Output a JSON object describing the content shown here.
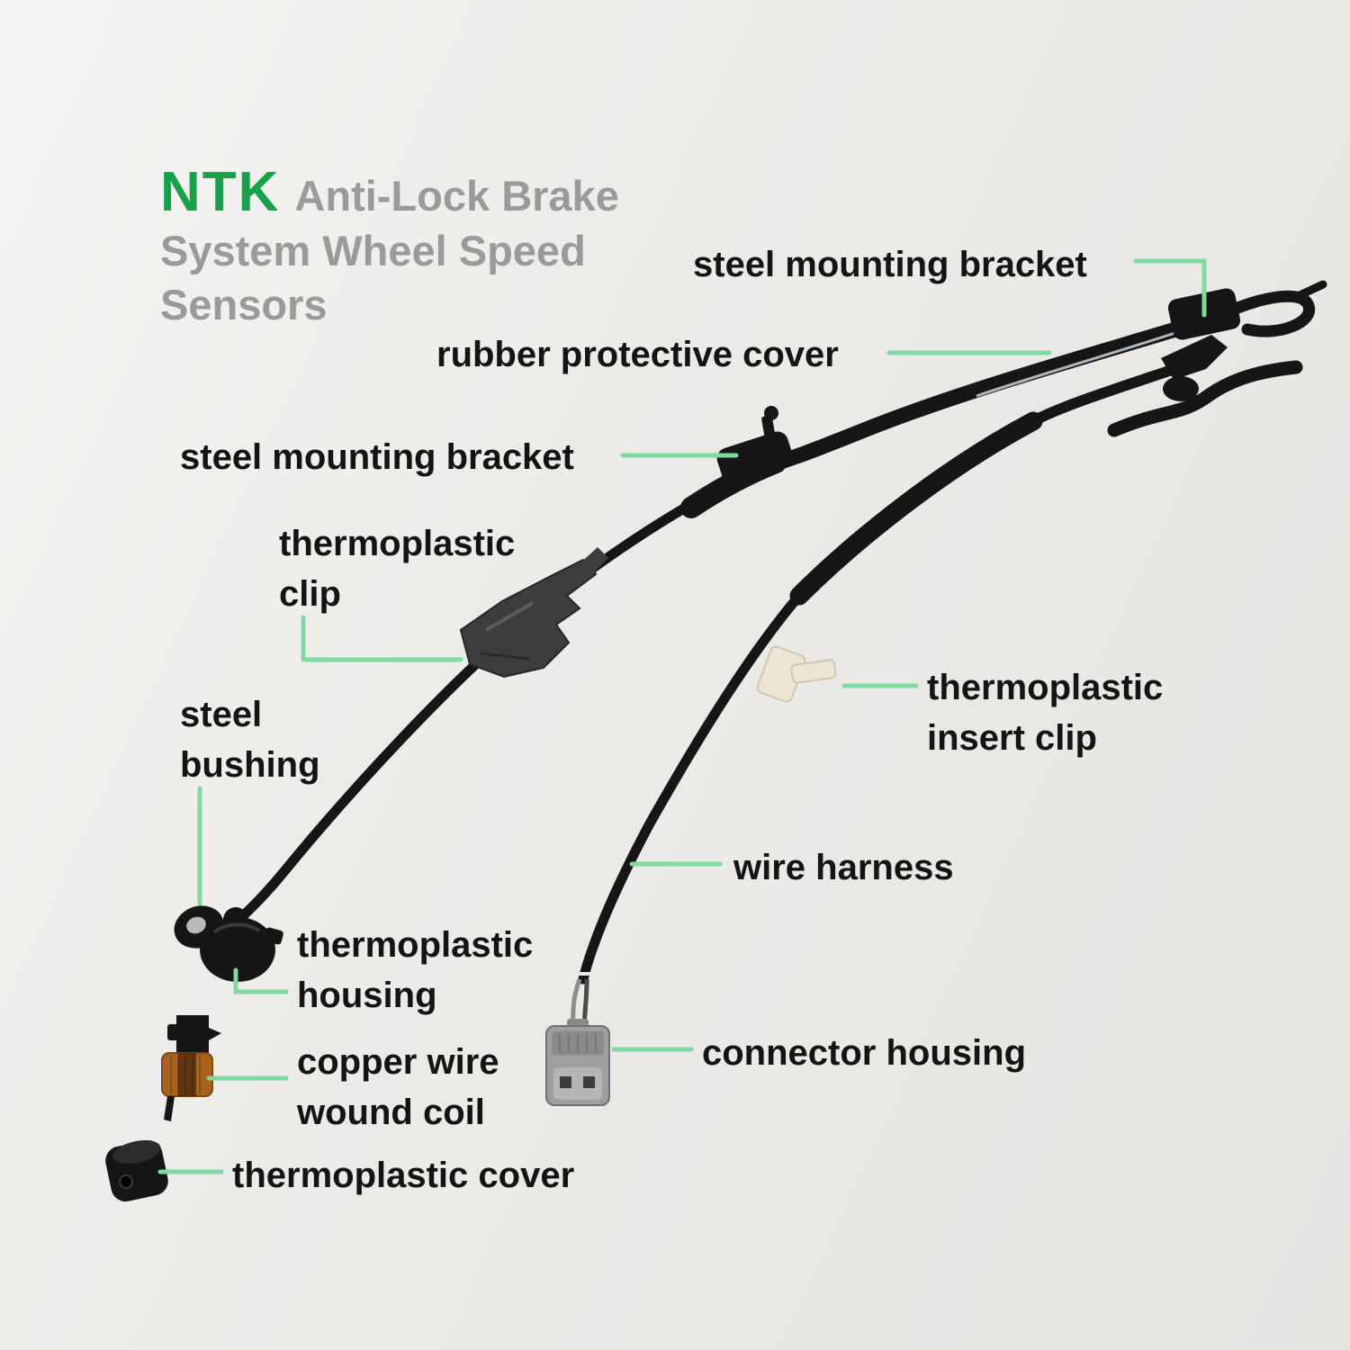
{
  "header": {
    "brand": "NTK",
    "title_lines": [
      "Anti-Lock Brake",
      "System Wheel Speed",
      "Sensors"
    ],
    "brand_color": "#17a14a",
    "title_color": "#9a9a9a"
  },
  "callouts": [
    {
      "id": "steel-mounting-bracket-top",
      "label": "steel mounting bracket"
    },
    {
      "id": "rubber-protective-cover",
      "label": "rubber protective cover"
    },
    {
      "id": "steel-mounting-bracket-left",
      "label": "steel mounting bracket"
    },
    {
      "id": "thermoplastic-clip",
      "label": "thermoplastic\nclip"
    },
    {
      "id": "thermoplastic-insert-clip",
      "label": "thermoplastic\ninsert clip"
    },
    {
      "id": "steel-bushing",
      "label": "steel\nbushing"
    },
    {
      "id": "wire-harness",
      "label": "wire harness"
    },
    {
      "id": "thermoplastic-housing",
      "label": "thermoplastic\nhousing"
    },
    {
      "id": "copper-wire-wound-coil",
      "label": "copper wire\nwound coil"
    },
    {
      "id": "connector-housing",
      "label": "connector housing"
    },
    {
      "id": "thermoplastic-cover",
      "label": "thermoplastic cover"
    }
  ],
  "colors": {
    "callout_line": "#7fd9a0",
    "label_text": "#141414",
    "cable_black": "#161616",
    "clip_gray": "#3d3d3d",
    "insert_clip_cream": "#ece5d2",
    "copper": "#a8641e",
    "connector_gray": "#9e9e9e",
    "background": "#ecebe8"
  }
}
